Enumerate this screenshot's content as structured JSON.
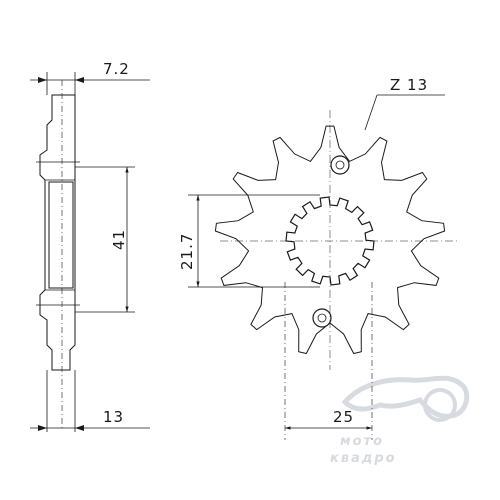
{
  "drawing": {
    "teeth_label": "Z 13",
    "dimensions": {
      "thickness_top": "7.2",
      "hub_height": "41",
      "offset_bottom": "13",
      "spline_diameter": "21.7",
      "bolt_offset": "25"
    }
  },
  "watermark": {
    "line1": "мото",
    "line2": "квадро"
  },
  "colors": {
    "ink": "#1a1a1a",
    "watermark": "#d7dbe0"
  }
}
